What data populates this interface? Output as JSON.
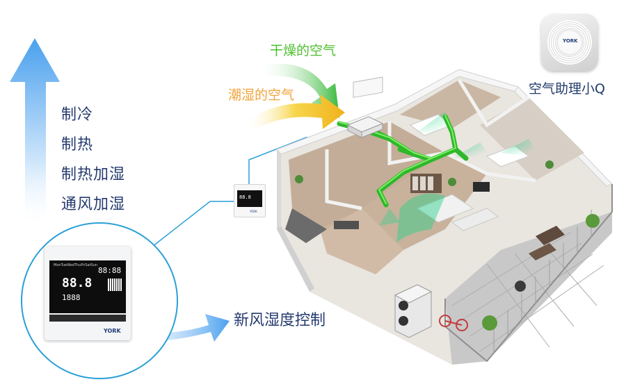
{
  "modes": [
    "制冷",
    "制热",
    "制热加湿",
    "通风加湿"
  ],
  "labels": {
    "dry_air": "干燥的空气",
    "humid_air": "潮湿的空气",
    "fresh_air_humidity": "新风湿度控制",
    "air_assistant": "空气助理小Q"
  },
  "thermostat": {
    "brand": "YORK",
    "days": "MonTueWedThuFriSatSun",
    "temp_display": "88.8",
    "time_display": "88:88",
    "sub_display": "1888"
  },
  "q_device": {
    "brand": "YORK"
  },
  "colors": {
    "accent_blue": "#2a9fd8",
    "text_navy": "#243a6e",
    "dry_green": "#4fbf2f",
    "humid_orange": "#f2a33a",
    "duct_green": "#35c42b"
  }
}
